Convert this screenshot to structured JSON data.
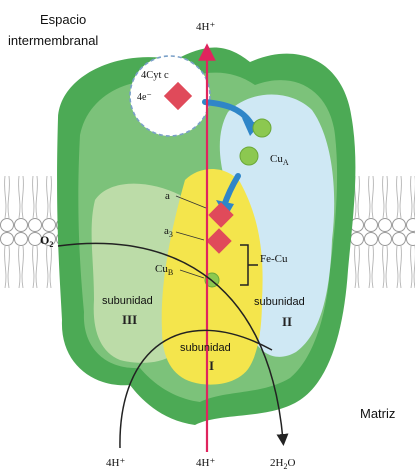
{
  "labels": {
    "intermembrane_line1": "Espacio",
    "intermembrane_line2": "intermembranal",
    "cytc_count": "4Cyt c",
    "electrons": "4e⁻",
    "proton_top": "4H⁺",
    "cu_a": "Cu",
    "cu_a_sub": "A",
    "heme_a": "a",
    "heme_a3": "a",
    "heme_a3_sub": "3",
    "fe_cu": "Fe-Cu",
    "cu_b": "Cu",
    "cu_b_sub": "B",
    "oxygen": "O",
    "oxygen_sub": "2",
    "subunit_III_word": "subunidad",
    "subunit_III_num": "III",
    "subunit_II_word": "subunidad",
    "subunit_II_num": "II",
    "subunit_I_word": "subunidad",
    "subunit_I_num": "I",
    "matrix": "Matriz",
    "proton_bottom_left": "4H⁺",
    "proton_bottom_center": "4H⁺",
    "water": "2H",
    "water_sub": "2",
    "water_end": "O"
  },
  "colors": {
    "complex_dark_green": "#4caa55",
    "complex_mid_green": "#7cc27a",
    "subunit_III_green": "#bcdca8",
    "subunit_II_blue": "#cfe8f4",
    "subunit_I_yellow": "#f4e54c",
    "proton_arrow": "#e0245e",
    "electron_arrow": "#2f86c8",
    "heme": "#e04a5a",
    "copper": "#8cc850"
  }
}
